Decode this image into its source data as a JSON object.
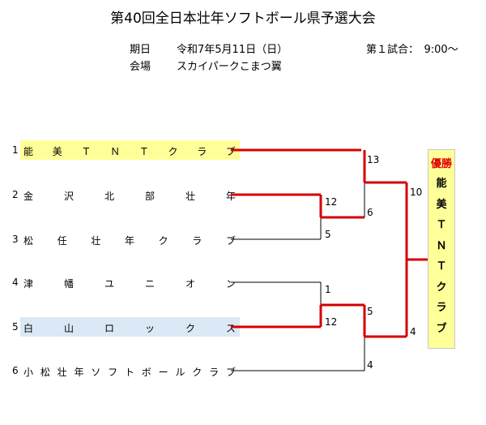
{
  "title": "第40回全日本壮年ソフトボール県予選大会",
  "info": {
    "date_label": "期日",
    "date_value": "令和7年5月11日（日）",
    "venue_label": "会場",
    "venue_value": "スカイパークこまつ翼",
    "first_match": "第１試合：　9:00～"
  },
  "teams": [
    {
      "no": "1",
      "name": [
        "能",
        "美",
        "Ｔ",
        "Ｎ",
        "Ｔ",
        "ク",
        "ラ",
        "ブ"
      ],
      "highlight": "#ffff99"
    },
    {
      "no": "2",
      "name": [
        "金",
        "沢",
        "北",
        "部",
        "壮",
        "年"
      ],
      "highlight": ""
    },
    {
      "no": "3",
      "name": [
        "松",
        "任",
        "壮",
        "年",
        "ク",
        "ラ",
        "ブ"
      ],
      "highlight": ""
    },
    {
      "no": "4",
      "name": [
        "津",
        "幡",
        "ユ",
        "ニ",
        "オ",
        "ン"
      ],
      "highlight": ""
    },
    {
      "no": "5",
      "name": [
        "白",
        "山",
        "ロ",
        "ッ",
        "ク",
        "ス"
      ],
      "highlight": "#dbe8f5"
    },
    {
      "no": "6",
      "name": [
        "小",
        "松",
        "壮",
        "年",
        "ソ",
        "フ",
        "ト",
        "ボ",
        "ー",
        "ル",
        "ク",
        "ラ",
        "ブ"
      ],
      "highlight": ""
    }
  ],
  "scores": {
    "s2": "12",
    "s3": "5",
    "s23w": "6",
    "s1": "13",
    "s4": "1",
    "s5": "12",
    "s45w": "5",
    "s6": "4",
    "final_top": "10",
    "final_bottom": "4"
  },
  "winner": {
    "label": "優勝",
    "name": [
      "能",
      "美",
      "Ｔ",
      "Ｎ",
      "Ｔ",
      "ク",
      "ラ",
      "ブ"
    ]
  },
  "colors": {
    "win_line": "#d40000",
    "line": "#000000",
    "winner_bg": "#ffff99"
  }
}
